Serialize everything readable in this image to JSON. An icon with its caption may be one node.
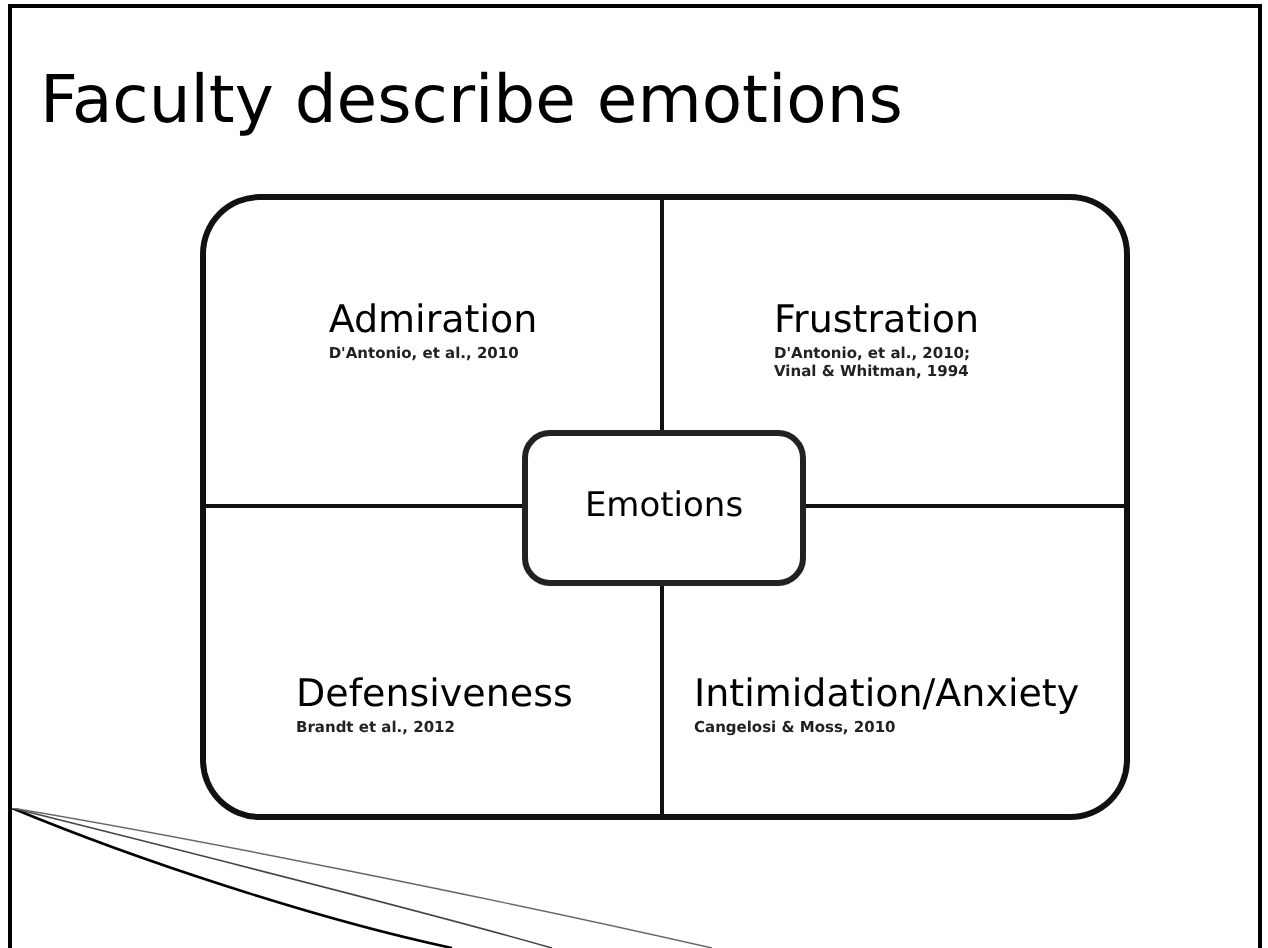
{
  "diagram": {
    "title": "Faculty describe emotions",
    "nodes": [
      {
        "text": [
          "Admiration",
          "D'Antonio, et al., 2010"
        ]
      },
      {
        "text": [
          "Frustration",
          "D'Antonio, et al., 2010; Vinal & Whitman, 1994"
        ]
      },
      {
        "text": [
          "Emotions"
        ]
      },
      {
        "text": [
          "Defensiveness",
          "Brandt et al., 2012"
        ]
      },
      {
        "text": [
          "Intimidation/Anxiety",
          "Cangelosi & Moss, 2010"
        ]
      }
    ]
  }
}
